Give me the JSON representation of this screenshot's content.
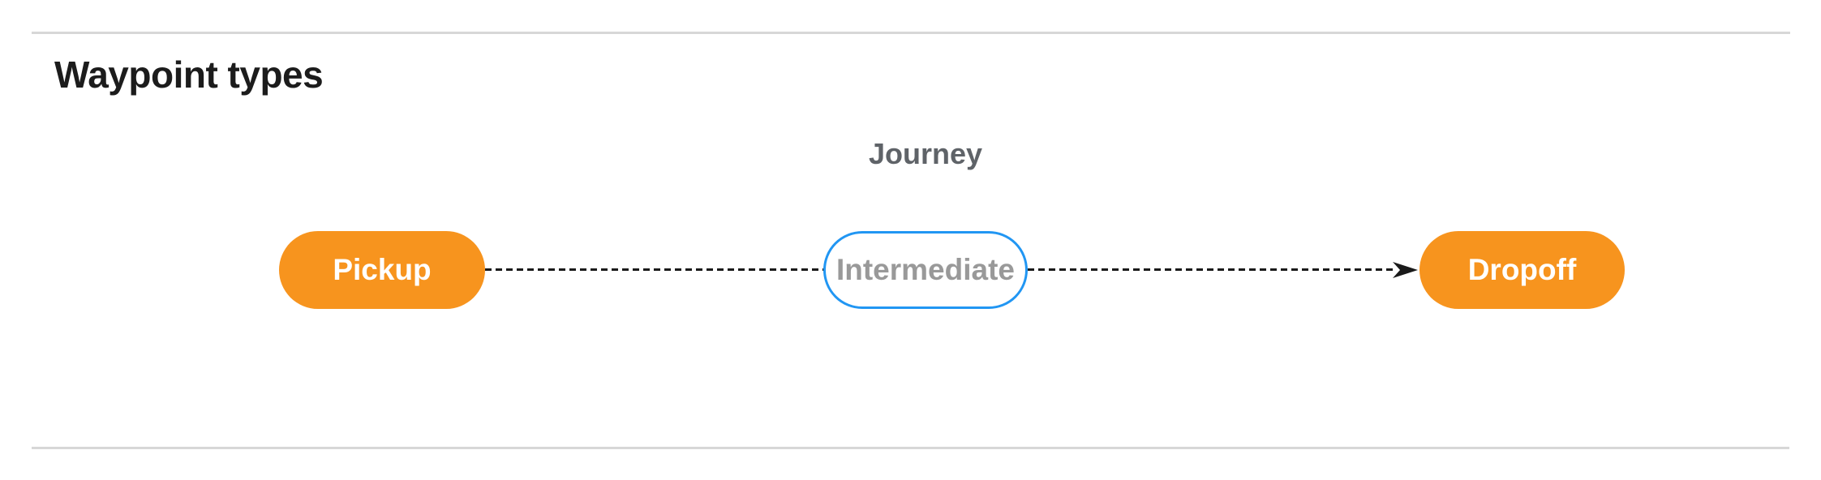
{
  "page": {
    "heading": "Waypoint types"
  },
  "diagram": {
    "type": "flowchart",
    "group_label": "Journey",
    "nodes": [
      {
        "id": "pickup",
        "label": "Pickup",
        "shape": "stadium",
        "style": "orange-filled"
      },
      {
        "id": "intermediate",
        "label": "Intermediate",
        "shape": "stadium",
        "style": "blue-outlined"
      },
      {
        "id": "dropoff",
        "label": "Dropoff",
        "shape": "stadium",
        "style": "orange-filled"
      }
    ],
    "edges": [
      {
        "from": "pickup",
        "to": "intermediate",
        "line": "dashed",
        "arrowhead": false
      },
      {
        "from": "intermediate",
        "to": "dropoff",
        "line": "dashed",
        "arrowhead": true
      }
    ],
    "colors": {
      "endpoint_fill": "#F7941E",
      "endpoint_text": "#FFFFFF",
      "intermediate_border": "#2196F3",
      "intermediate_fill": "#FFFFFF",
      "intermediate_text": "#999999",
      "group_label_text": "#5F6368",
      "edge": "#1A1A1A",
      "divider": "#D7D7D7",
      "heading_text": "#1C1C1C"
    }
  }
}
